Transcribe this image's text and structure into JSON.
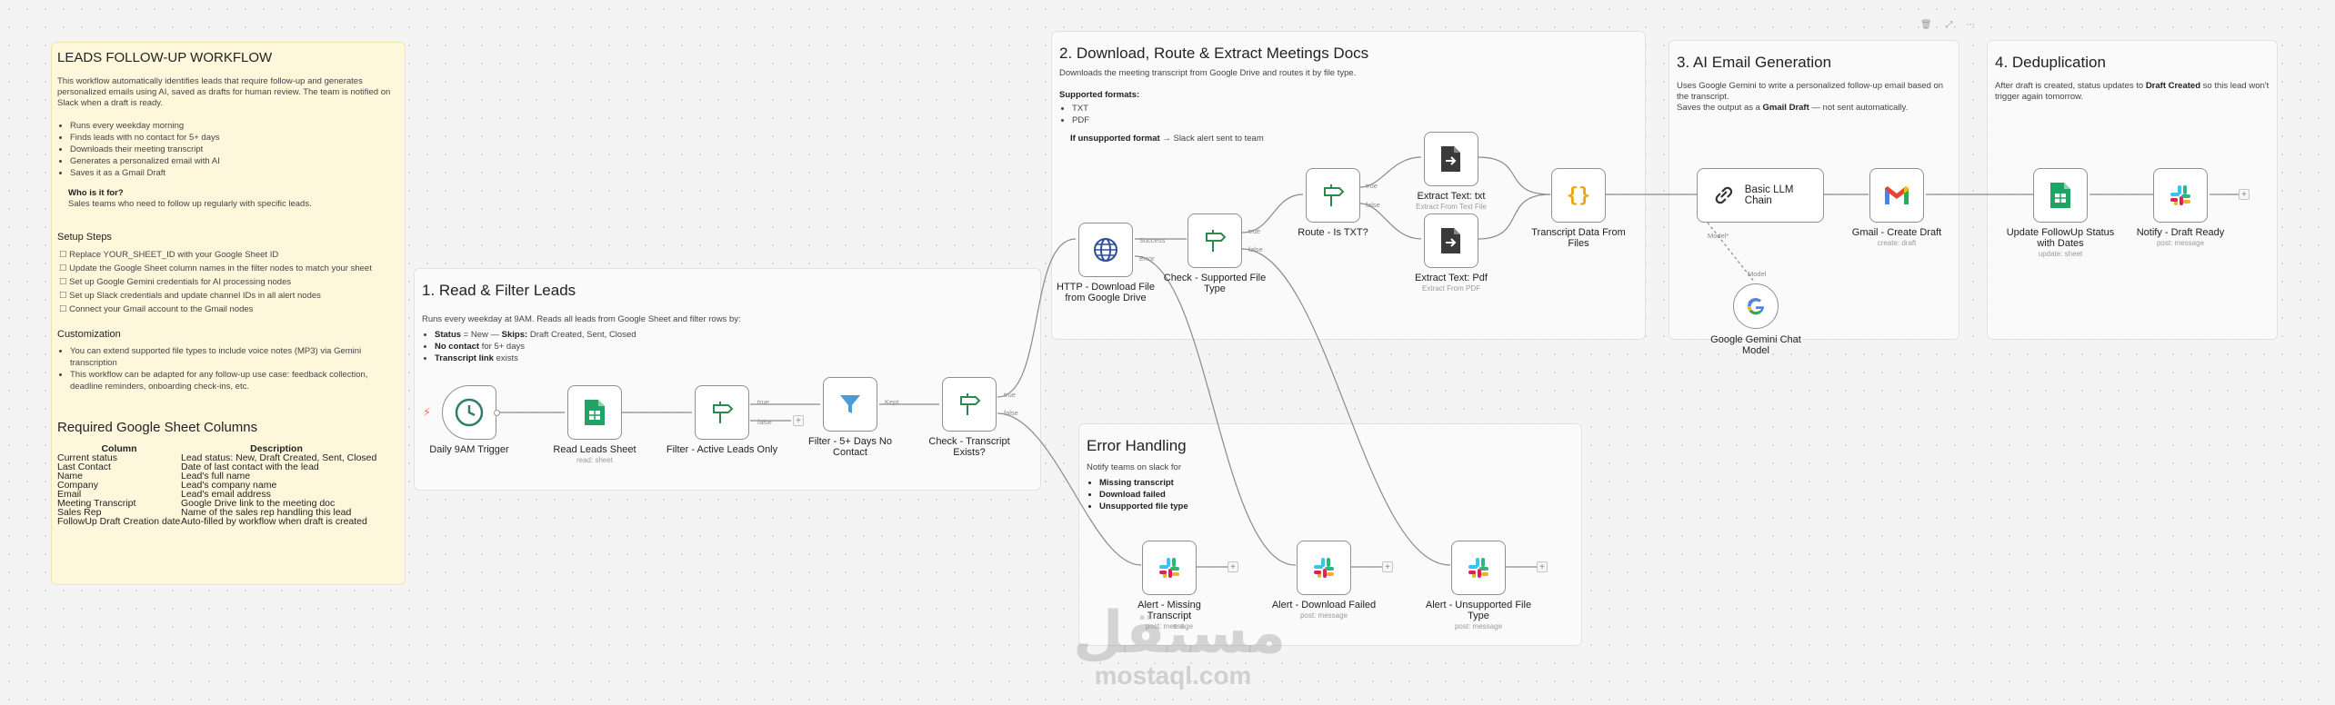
{
  "canvas_icons": [
    "trash-icon",
    "fullscreen-icon",
    "more-icon"
  ],
  "canvas_icon_glyphs": [
    "🗑",
    "⤢",
    "⋯"
  ],
  "sticky_main": {
    "title": "LEADS FOLLOW-UP WORKFLOW",
    "intro": "This workflow automatically identifies leads that require follow-up and generates personalized emails using AI, saved as drafts for human review. The team is notified on Slack when a draft is ready.",
    "bullets": [
      "Runs every weekday morning",
      "Finds leads with no contact for 5+ days",
      "Downloads their meeting transcript",
      "Generates a personalized email with AI",
      "Saves it as a Gmail Draft"
    ],
    "who_title": "Who is it for?",
    "who_text": "Sales teams who need to follow up regularly with specific leads.",
    "setup_title": "Setup Steps",
    "setup_steps": [
      "Replace YOUR_SHEET_ID with your Google Sheet ID",
      "Update the Google Sheet column names in the filter nodes to match your sheet",
      "Set up Google Gemini credentials for AI processing nodes",
      "Set up Slack credentials and update channel IDs in all alert nodes",
      "Connect your Gmail account to the Gmail nodes"
    ],
    "custom_title": "Customization",
    "custom_items": [
      "You can extend supported file types to include voice notes (MP3) via Gemini transcription",
      "This workflow can be adapted for any follow-up use case: feedback collection, deadline reminders, onboarding check-ins, etc."
    ],
    "columns_title": "Required Google Sheet Columns",
    "columns_header": [
      "Column",
      "Description"
    ],
    "columns": [
      [
        "Current status",
        "Lead status: New, Draft Created, Sent, Closed"
      ],
      [
        "Last Contact",
        "Date of last contact with the lead"
      ],
      [
        "Name",
        "Lead's full name"
      ],
      [
        "Company",
        "Lead's company name"
      ],
      [
        "Email",
        "Lead's email address"
      ],
      [
        "Meeting Transcript",
        "Google Drive link to the meeting doc"
      ],
      [
        "Sales Rep",
        "Name of the sales rep handling this lead"
      ],
      [
        "FollowUp Draft Creation date",
        "Auto-filled by workflow when draft is created"
      ]
    ]
  },
  "section1": {
    "title": "1. Read & Filter Leads",
    "intro": "Runs every weekday at 9AM. Reads all leads from Google Sheet and filter rows by:",
    "b1_bold": "Status",
    "b1_text": " = New — ",
    "b1_bold2": "Skips:",
    "b1_text2": " Draft Created, Sent, Closed",
    "b2_bold": "No contact",
    "b2_text": " for 5+ days",
    "b3_bold": "Transcript link",
    "b3_text": " exists"
  },
  "section2": {
    "title": "2. Download, Route & Extract Meetings Docs",
    "intro": "Downloads the meeting transcript from Google Drive and routes it by file type.",
    "formats_title": "Supported formats:",
    "formats": [
      "TXT",
      "PDF"
    ],
    "unsupported_bold": "If unsupported format",
    "unsupported_text": " → Slack alert sent to team"
  },
  "section3": {
    "title": "3. AI Email Generation",
    "text1": "Uses Google Gemini to write a personalized follow-up email based on the transcript.",
    "text2_a": "Saves the output as a ",
    "text2_bold": "Gmail Draft",
    "text2_b": " — not sent automatically."
  },
  "section4": {
    "title": "4. Deduplication",
    "text_a": "After draft is created, status updates to ",
    "text_bold": "Draft Created",
    "text_b": " so this lead won't trigger again tomorrow."
  },
  "error_section": {
    "title": "Error Handling",
    "intro": "Notify teams on slack for",
    "items": [
      "Missing transcript",
      "Download failed",
      "Unsupported file type"
    ]
  },
  "nodes": {
    "trigger": {
      "label": "Daily 9AM Trigger"
    },
    "read_leads": {
      "label": "Read Leads Sheet",
      "sub": "read: sheet"
    },
    "filter_active": {
      "label": "Filter - Active Leads Only"
    },
    "filter_5days": {
      "label": "Filter - 5+ Days No Contact"
    },
    "check_transcript": {
      "label": "Check - Transcript Exists?"
    },
    "http_download": {
      "label": "HTTP - Download File from Google Drive"
    },
    "check_file_type": {
      "label": "Check - Supported File Type"
    },
    "route_txt": {
      "label": "Route - Is TXT?"
    },
    "extract_txt": {
      "label": "Extract Text: txt",
      "sub": "Extract From Text File"
    },
    "extract_pdf": {
      "label": "Extract Text: Pdf",
      "sub": "Extract From PDF"
    },
    "transcript_data": {
      "label": "Transcript Data From Files"
    },
    "llm_chain": {
      "label": "Basic LLM Chain"
    },
    "gmail": {
      "label": "Gmail - Create Draft",
      "sub": "create: draft"
    },
    "update_status": {
      "label": "Update FollowUp Status with Dates",
      "sub": "update: sheet"
    },
    "notify": {
      "label": "Notify - Draft Ready",
      "sub": "post: message"
    },
    "gemini": {
      "label": "Google Gemini Chat Model"
    },
    "alert_missing": {
      "label": "Alert - Missing Transcript",
      "sub": "post: message"
    },
    "alert_download": {
      "label": "Alert - Download Failed",
      "sub": "post: message"
    },
    "alert_unsupported": {
      "label": "Alert - Unsupported File Type",
      "sub": "post: message"
    }
  },
  "port_labels": {
    "true": "true",
    "false": "false",
    "kept": "Kept",
    "success": "Success",
    "error": "Error",
    "model_star": "Model*",
    "model": "Model"
  },
  "watermark": {
    "arabic": "مستقل",
    "latin": "mostaql.com"
  },
  "colors": {
    "sheets_green": "#21a366",
    "filter_blue": "#4a9bd6",
    "slack_pink": "#e01e5a",
    "gmail_red": "#ea4335",
    "accent_orange": "#ff6d5a"
  }
}
